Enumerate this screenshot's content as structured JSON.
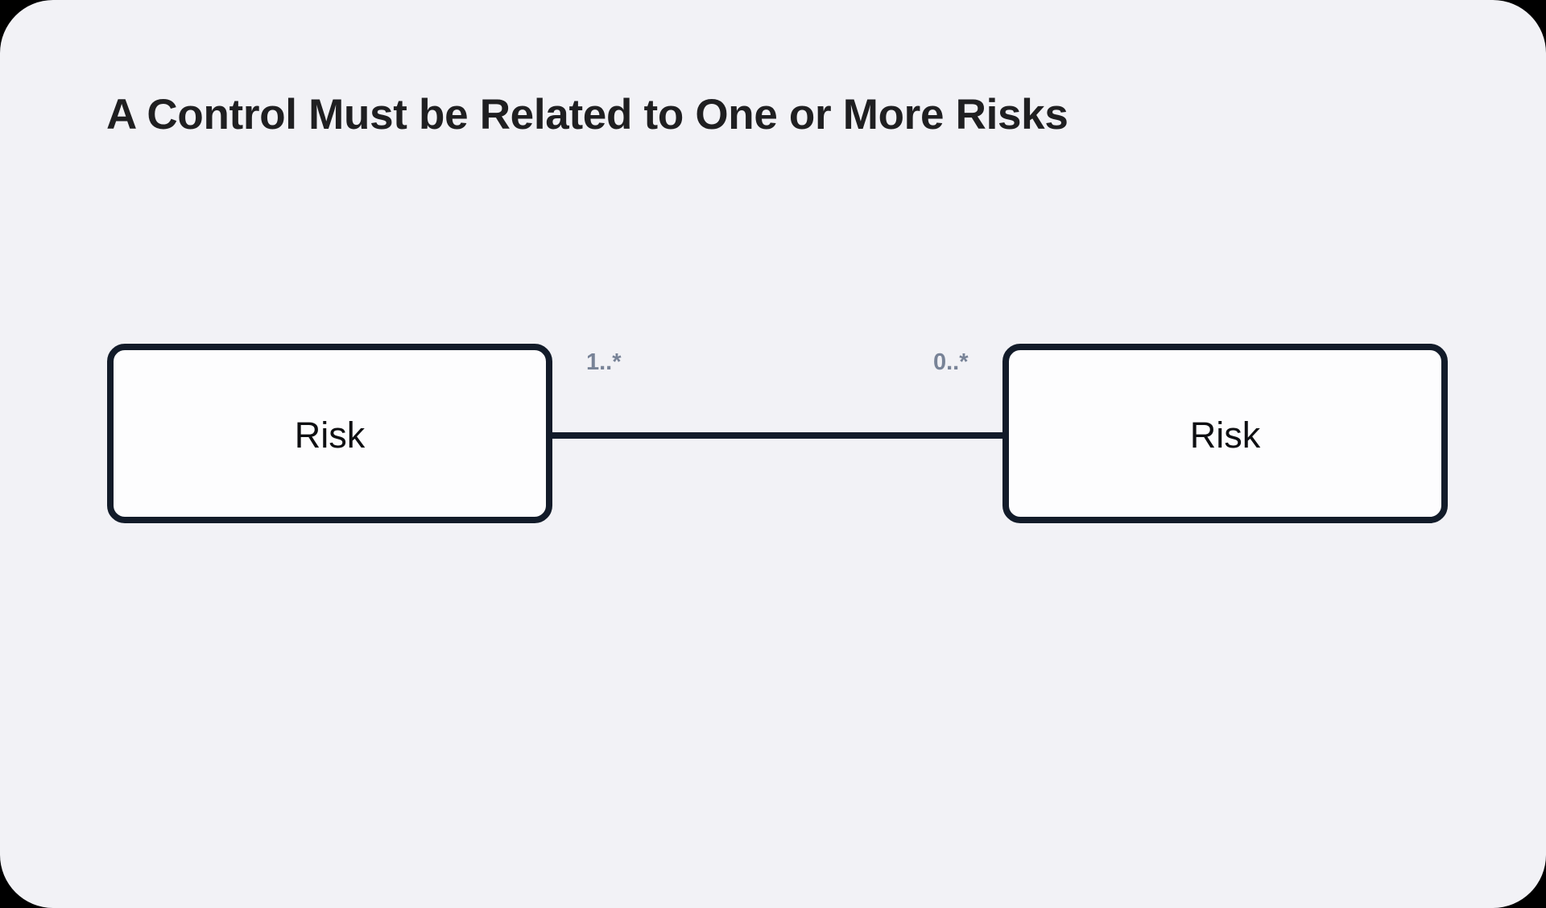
{
  "diagram": {
    "title": "A Control Must be Related to One or More Risks",
    "entities": [
      {
        "label": "Risk",
        "position": "left"
      },
      {
        "label": "Risk",
        "position": "right"
      }
    ],
    "association": {
      "source_multiplicity": "1..*",
      "target_multiplicity": "0..*"
    },
    "colors": {
      "background": "#f2f2f6",
      "entity_fill": "#fdfdfe",
      "stroke": "#121b29",
      "title_text": "#1f1f21",
      "multiplicity_text": "#788397"
    }
  }
}
